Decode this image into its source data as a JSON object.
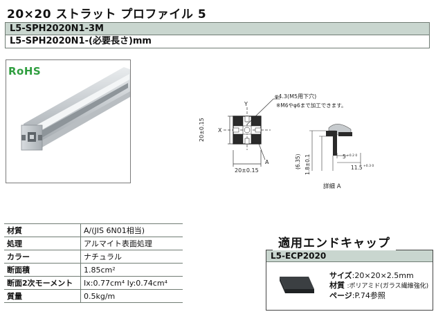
{
  "title": "20×20 ストラット プロファイル 5",
  "part_numbers": [
    "L5-SPH2020N1-3M",
    "L5-SPH2020N1-(必要長さ)mm"
  ],
  "rohs": "RoHS",
  "drawing": {
    "hole_note": "φ4.3(M5用下穴)",
    "thread_note": "※M6やφ6まで加工できます。",
    "axis_y": "Y",
    "axis_x": "X",
    "height_dim": "20±0.15",
    "width_dim": "20±0.15",
    "section_marker": "A",
    "detail_dim_1": "(6.35)",
    "detail_dim_2": "1.8±0.1",
    "detail_dim_3": "5",
    "detail_dim_3_tol": "+0.2 0",
    "detail_dim_4": "11.5",
    "detail_dim_4_tol": "+0.3 0",
    "detail_label": "詳細 A"
  },
  "specs": [
    {
      "label": "材質",
      "value": "A/(JIS 6N01相当)"
    },
    {
      "label": "処理",
      "value": "アルマイト表面処理"
    },
    {
      "label": "カラー",
      "value": "ナチュラル"
    },
    {
      "label": "断面積",
      "value": "1.85cm²"
    },
    {
      "label": "断面2次モーメント",
      "value": "Ix:0.77cm⁴   Iy:0.74cm⁴"
    },
    {
      "label": "質量",
      "value": "0.5kg/m"
    }
  ],
  "endcap": {
    "title": "適用エンドキャップ",
    "part_number": "L5-ECP2020",
    "size_label": "サイズ",
    "size_value": ":20×20×2.5mm",
    "material_label": "材質",
    "material_value": ":ポリアミド(ガラス繊維強化)",
    "page_label": "ページ",
    "page_value": ":P.74参照"
  },
  "colors": {
    "header_bg": "#c9d6cf",
    "rohs_green": "#2f9e3f"
  }
}
